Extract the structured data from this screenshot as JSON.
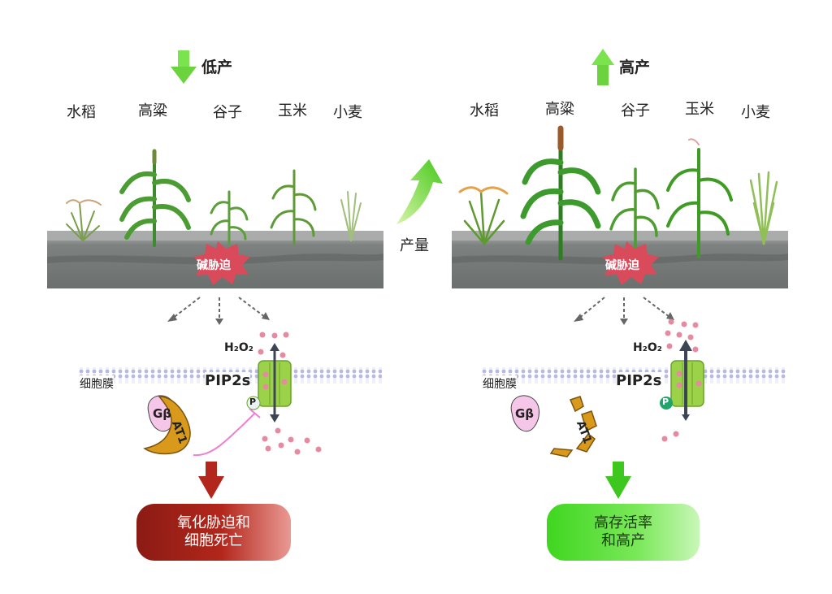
{
  "left_panel": {
    "header": "低产",
    "crops": [
      "水稻",
      "高粱",
      "谷子",
      "玉米",
      "小麦"
    ],
    "stress_label": "碱胁迫",
    "h2o2_label": "H₂O₂",
    "membrane_label": "细胞膜",
    "channel_label": "PIP2s",
    "gbeta_label": "Gβ",
    "at1_label": "AT1",
    "phospho_label": "P",
    "outcome_line1": "氧化胁迫和",
    "outcome_line2": "细胞死亡"
  },
  "center": {
    "arrow_label": "产量"
  },
  "right_panel": {
    "header": "高产",
    "crops": [
      "水稻",
      "高粱",
      "谷子",
      "玉米",
      "小麦"
    ],
    "stress_label": "碱胁迫",
    "h2o2_label": "H₂O₂",
    "membrane_label": "细胞膜",
    "channel_label": "PIP2s",
    "gbeta_label": "Gβ",
    "at1_label": "AT1",
    "phospho_label": "P",
    "outcome_line1": "高存活率",
    "outcome_line2": "和高产"
  },
  "colors": {
    "down_arrow": "#7be34d",
    "up_arrow": "#7be34d",
    "soil": "#8d9190",
    "stress_burst": "#d94a5a",
    "channel": "#9bd24a",
    "gbeta": "#f5c6e8",
    "at1": "#d99a1c",
    "h2o2_dot": "#e58aa0",
    "red_arrow": "#b3261b",
    "green_arrow": "#3ec71e"
  }
}
